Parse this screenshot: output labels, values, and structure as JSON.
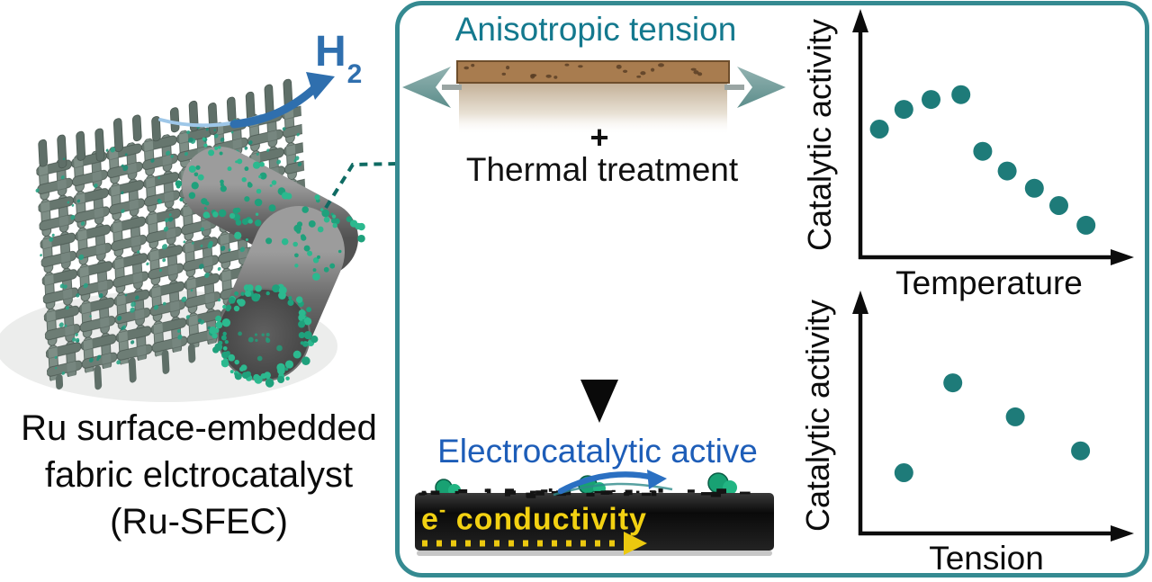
{
  "left_panel": {
    "h2": {
      "symbol": "H",
      "subscript": "2"
    },
    "caption": [
      "Ru surface-embedded",
      "fabric elctrocatalyst",
      "(Ru-SFEC)"
    ]
  },
  "process_box": {
    "anisotropic_label": "Anisotropic tension",
    "plus": "+",
    "thermal_label": "Thermal treatment",
    "electro_label": "Electrocatalytic active",
    "conductivity": {
      "e": "e",
      "sup": "-",
      "rest": " conductivity"
    }
  },
  "icons": [
    "h2-arrow-icon",
    "dashed-connector-icon",
    "tension-arrow-left-icon",
    "tension-arrow-right-icon",
    "down-arrow-icon",
    "electron-flow-arrow-icon",
    "surface-reaction-arrow-icon",
    "axis-arrow-icon"
  ],
  "colors": {
    "teal_border": "#358a91",
    "teal_text": "#14798e",
    "dot_teal": "#1e7b79",
    "h2_blue": "#2f6fae",
    "electro_blue": "#1d5db8",
    "yellow": "#f2d112",
    "particle_green": "#18a173",
    "ink": "#0d0d0d"
  },
  "chart_data": [
    {
      "type": "scatter",
      "title": "",
      "xlabel": "Temperature",
      "ylabel": "Catalytic activity",
      "ticks": "none (qualitative sketch, no grid)",
      "legend": "none",
      "marker_color": "#1e7b79",
      "points_xy_norm": [
        [
          0.07,
          0.52
        ],
        [
          0.16,
          0.6
        ],
        [
          0.26,
          0.64
        ],
        [
          0.37,
          0.66
        ],
        [
          0.45,
          0.43
        ],
        [
          0.54,
          0.35
        ],
        [
          0.64,
          0.28
        ],
        [
          0.73,
          0.21
        ],
        [
          0.83,
          0.13
        ]
      ]
    },
    {
      "type": "scatter",
      "title": "",
      "xlabel": "Tension",
      "ylabel": "Catalytic activity",
      "ticks": "none (qualitative sketch, no grid)",
      "legend": "none",
      "marker_color": "#1e7b79",
      "points_xy_norm": [
        [
          0.16,
          0.25
        ],
        [
          0.34,
          0.62
        ],
        [
          0.57,
          0.48
        ],
        [
          0.81,
          0.34
        ]
      ]
    }
  ]
}
